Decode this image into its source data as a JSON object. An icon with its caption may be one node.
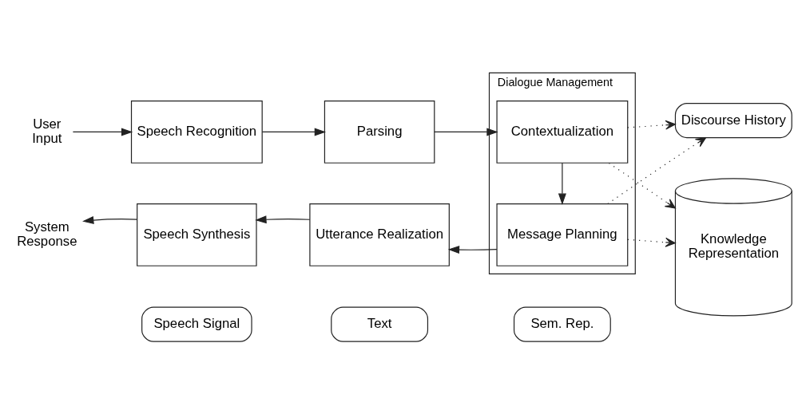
{
  "diagram": {
    "nodes": [
      {
        "text": [
          "User Input"
        ]
      },
      {
        "text": [
          "Speech Recognition"
        ]
      },
      {
        "text": [
          "Parsing"
        ]
      },
      {
        "text": [
          "Dialogue Management"
        ]
      },
      {
        "text": [
          "Contextualization"
        ],
        "in": 3
      },
      {
        "text": [
          "Message Planning"
        ],
        "in": 3
      },
      {
        "text": [
          "Discourse History"
        ]
      },
      {
        "text": [
          "System Response"
        ]
      },
      {
        "text": [
          "Speech Synthesis"
        ]
      },
      {
        "text": [
          "Utterance Realization"
        ]
      },
      {
        "text": [
          "Knowledge Representation"
        ]
      },
      {
        "text": [
          "Speech Signal"
        ]
      },
      {
        "text": [
          "Text"
        ]
      },
      {
        "text": [
          "Sem. Rep."
        ]
      }
    ],
    "edges": [
      {
        "from": 0,
        "to": 1,
        "arrow": "to"
      },
      {
        "from": 1,
        "to": 2,
        "arrow": "to"
      },
      {
        "from": 2,
        "to": 4,
        "arrow": "to"
      },
      {
        "from": 4,
        "to": 5,
        "arrow": "to"
      },
      {
        "from": 5,
        "to": 9,
        "arrow": "to"
      },
      {
        "from": 9,
        "to": 8,
        "arrow": "to"
      },
      {
        "from": 8,
        "to": 7,
        "arrow": "to"
      },
      {
        "from": 4,
        "to": 6,
        "arrow": "to",
        "style": "dashed"
      },
      {
        "from": 4,
        "to": 10,
        "arrow": "to",
        "style": "dashed"
      },
      {
        "from": 5,
        "to": 6,
        "arrow": "to",
        "style": "dashed"
      },
      {
        "from": 5,
        "to": 10,
        "arrow": "to",
        "style": "dashed"
      }
    ]
  }
}
